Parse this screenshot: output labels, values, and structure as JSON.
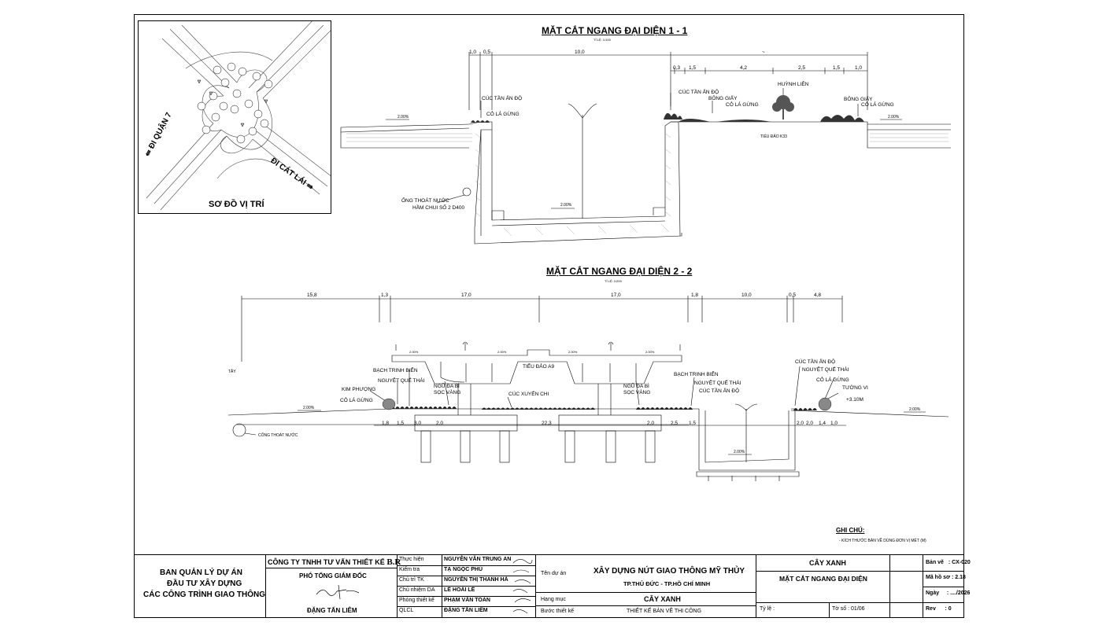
{
  "location_map": {
    "title": "SƠ ĐỒ VỊ TRÍ",
    "to_district7": "ĐI QUẬN 7",
    "to_catlai": "ĐI CÁT LÁI"
  },
  "section1": {
    "title": "MẶT CẮT NGANG ĐẠI DIỆN 1 - 1",
    "scale": "TỈ LỆ: 1/100",
    "dims": [
      "1,0",
      "0,5",
      "10,0",
      "~",
      "0,3",
      "1,5",
      "4,2",
      "2,5",
      "1,5",
      "1,0"
    ],
    "labels": {
      "cuc_tan_an_do": "CÚC TẦN ẤN ĐỘ",
      "co_la_gung": "CỎ LÁ GỪNG",
      "cuc_tan_an_do2": "CÚC TẦN ẤN ĐỘ",
      "bong_giay": "BÔNG GIẤY",
      "co_la_gung2": "CỎ LÁ GỪNG",
      "huynh_lien": "HUỲNH LIÊN",
      "bong_giay2": "BÔNG GIẤY",
      "co_la_gung3": "CỎ LÁ GỪNG",
      "tieu_dao": "TIỂU ĐẢO K33",
      "ong_thoat_nuoc": "ỐNG THOÁT NƯỚC",
      "ham_chui": "HẦM CHUI SỐ 2 D400",
      "slope_left": "2.00%",
      "slope_right": "2.00%",
      "slope_bottom": "2.00%"
    }
  },
  "section2": {
    "title": "MẶT CẮT NGANG ĐẠI DIỆN 2 - 2",
    "scale": "TỈ LỆ: 1/200",
    "dims_top": [
      "15,8",
      "1,3",
      "17,0",
      "17,0",
      "1,8",
      "10,0",
      "0,5",
      "4,8"
    ],
    "dims_bottom": [
      "1,8",
      "1,5",
      "3,0",
      "2,0",
      "22,3",
      "2,0",
      "2,5",
      "1,5",
      "2,0",
      "2,0",
      "1,4",
      "1,0"
    ],
    "labels": {
      "bach_trinh_bien": "BẠCH TRINH BIỂN",
      "nguyet_que_thai": "NGUYỆT QUẾ THÁI",
      "kim_phuong": "KIM PHƯỢNG",
      "co_la_gung": "CỎ LÁ GỪNG",
      "ngu_da_bi": "NGŨ ĐA BÌ",
      "soc_vang": "SỌC VÀNG",
      "tieu_dao_a9": "TIỂU ĐẢO A9",
      "cuc_xuyen_chi": "CÚC XUYẾN CHI",
      "ngu_da_bi2": "NGŨ ĐA BÌ",
      "soc_vang2": "SỌC VÀNG",
      "bach_trinh_bien2": "BẠCH TRINH BIỂN",
      "nguyet_que_thai2": "NGUYỆT QUẾ THÁI",
      "cuc_tan_an_do": "CÚC TẦN ẤN ĐỘ",
      "cuc_tan_an_do_r": "CÚC TẦN ẤN ĐỘ",
      "nguyet_que_thai_r": "NGUYỆT QUẾ THÁI",
      "co_la_gung_r": "CỎ LÁ GỪNG",
      "tuong_vi": "TƯỜNG VI",
      "elev": "+3.10M",
      "cong_thoat_nuoc": "CỐNG THOÁT NƯỚC",
      "slope_left": "2.00%",
      "slope_right": "2.00%",
      "slope_bottom": "2.00%",
      "slope_d1": "2.00%",
      "slope_d2": "2.00%",
      "slope_d3": "2.00%",
      "slope_d4": "2.00%",
      "tay": "TÂY"
    }
  },
  "notes": {
    "title": "GHI CHÚ:",
    "line1": "- KÍCH THƯỚC BẢN VẼ DÙNG ĐƠN VỊ MÉT (M)"
  },
  "title_block": {
    "owner_line1": "BAN QUẢN LÝ DỰ ÁN",
    "owner_line2": "ĐẦU TƯ XÂY DỰNG",
    "owner_line3": "CÁC CÔNG TRÌNH GIAO THÔNG",
    "company": "CÔNG TY TNHH TƯ VẤN THIẾT KẾ",
    "company_logo": "B.R",
    "deputy_title": "PHÓ TỔNG GIÁM ĐỐC",
    "deputy_name": "ĐẶNG TẤN LIÊM",
    "roles": [
      {
        "role": "Thực hiện",
        "name": "NGUYỄN VĂN TRUNG AN"
      },
      {
        "role": "Kiểm tra",
        "name": "TẠ NGỌC PHÚ"
      },
      {
        "role": "Chủ trì TK",
        "name": "NGUYỄN THỊ THANH HÀ"
      },
      {
        "role": "Chủ nhiệm DA",
        "name": "LÊ HOÀI LÊ"
      },
      {
        "role": "Phòng thiết kế",
        "name": "PHẠM VĂN TOÀN"
      },
      {
        "role": "QLCL",
        "name": "ĐẶNG TẤN LIÊM"
      }
    ],
    "project_label": "Tên dự án",
    "project_name": "XÂY DỰNG NÚT GIAO THÔNG MỸ THỦY",
    "project_location": "TP.THỦ ĐỨC - TP.HỒ CHÍ MINH",
    "category_label": "Hạng mục",
    "category": "CÂY XANH",
    "stage_label": "Bước thiết kế",
    "stage": "THIẾT KẾ BẢN VẼ THI CÔNG",
    "drawing_group": "CÂY XANH",
    "drawing_title": "MẶT CẮT NGANG ĐẠI DIỆN",
    "scale_label": "Tỷ lệ :",
    "sheet_label": "Tờ số : 01/06",
    "drawing_no_label": "Bản vẽ",
    "drawing_no": ": CX-020",
    "file_no_label": "Mã hồ sơ",
    "file_no": ": 2.18",
    "date_label": "Ngày",
    "date": ": ..../2026",
    "rev_label": "Rev",
    "rev": ": 0"
  }
}
